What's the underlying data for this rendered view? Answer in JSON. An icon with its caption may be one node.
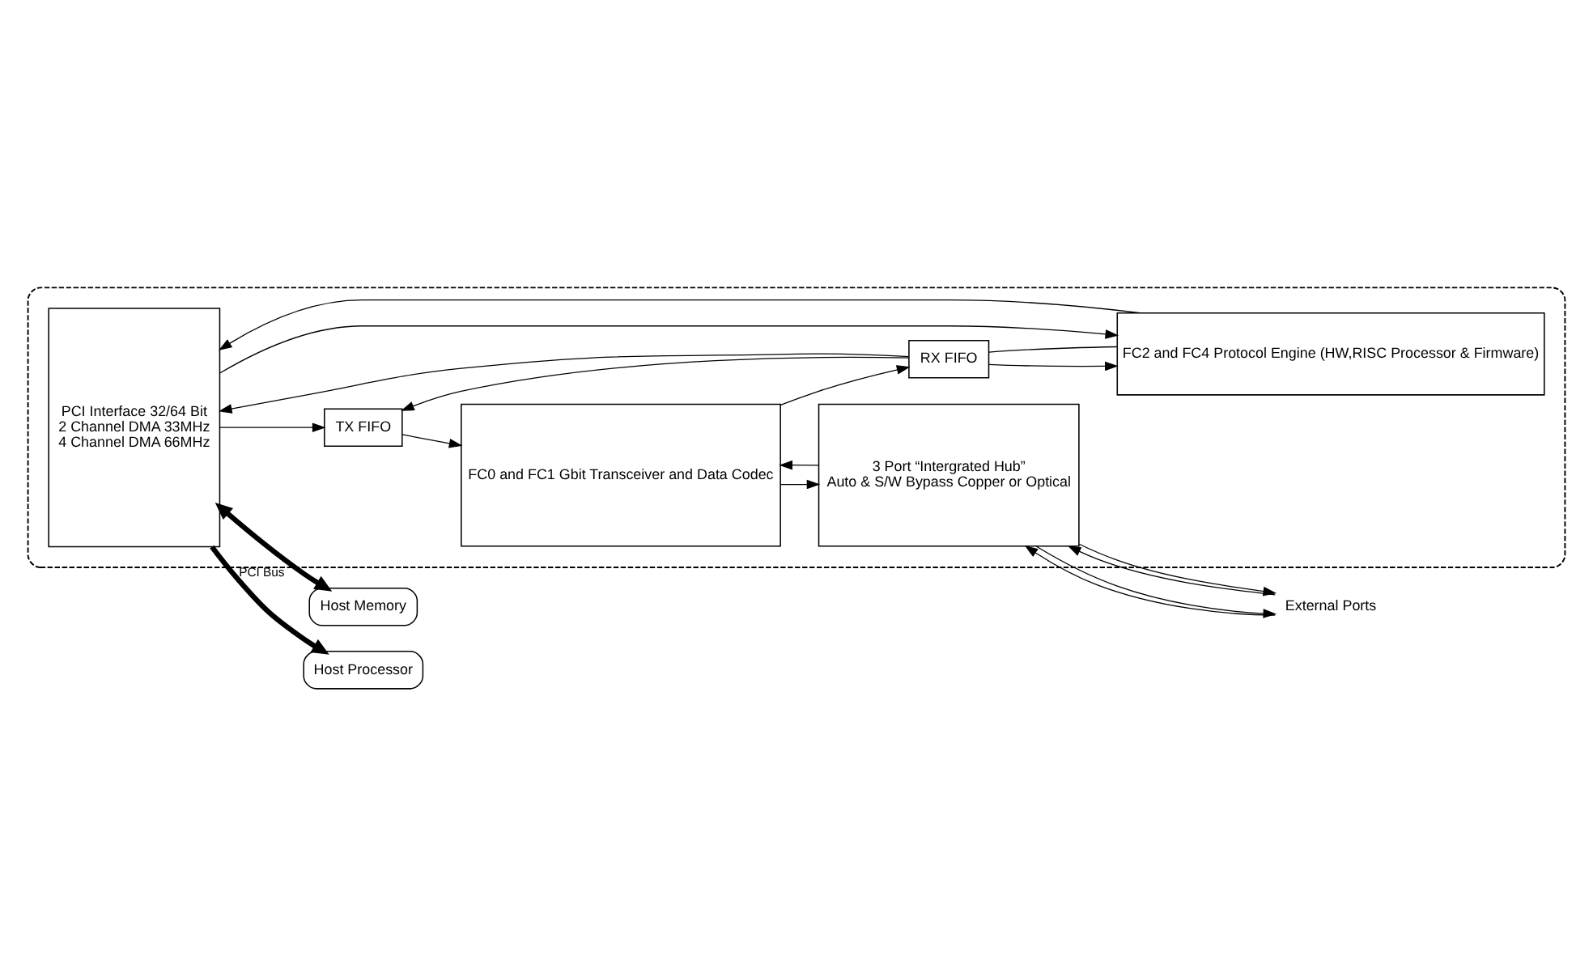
{
  "diagram": {
    "nodes": [
      {
        "text": [],
        "shape": "box"
      },
      {
        "text": [
          "PCI Interface 32/64 Bit",
          "2 Channel DMA 33MHz",
          "4 Channel DMA 66MHz"
        ],
        "in": 0
      },
      {
        "text": [
          "TX FIFO"
        ],
        "in": 0
      },
      {
        "text": [
          "FC0 and FC1 Gbit Transceiver and Data Codec"
        ],
        "in": 0
      },
      {
        "text": [
          "3 Port “Intergrated Hub”",
          "Auto & S/W Bypass Copper or Optical"
        ],
        "in": 0
      },
      {
        "text": [
          "RX FIFO"
        ],
        "in": 0
      },
      {
        "text": [
          "FC2 and FC4 Protocol Engine (HW,RISC Processor & Firmware)"
        ],
        "in": 0
      },
      {
        "text": [
          "External Ports"
        ]
      },
      {
        "text": [
          "Host Memory"
        ]
      },
      {
        "text": [
          "Host Processor"
        ]
      }
    ],
    "edges": [
      {
        "from": 1,
        "to": 2,
        "arrow": "to"
      },
      {
        "from": 2,
        "to": 3,
        "arrow": "to"
      },
      {
        "from": 5,
        "to": 2,
        "arrow": "to"
      },
      {
        "from": 3,
        "to": 5,
        "arrow": "to"
      },
      {
        "from": 5,
        "to": 1,
        "arrow": "to"
      },
      {
        "from": 3,
        "to": 4,
        "arrow": "to"
      },
      {
        "from": 4,
        "to": 3,
        "arrow": "to"
      },
      {
        "from": 5,
        "to": 6,
        "arrow": "to"
      },
      {
        "from": 6,
        "to": 5,
        "arrow": "none"
      },
      {
        "from": 1,
        "to": 6,
        "arrow": "to"
      },
      {
        "from": 6,
        "to": 1,
        "arrow": "to"
      },
      {
        "from": 4,
        "to": 7,
        "arrow": "to"
      },
      {
        "from": 7,
        "to": 4,
        "arrow": "to"
      },
      {
        "from": 4,
        "to": 7,
        "arrow": "to"
      },
      {
        "from": 7,
        "to": 4,
        "arrow": "to"
      },
      {
        "from": 1,
        "to": 8,
        "arrow": "both",
        "style": "thick"
      },
      {
        "from": 1,
        "to": 9,
        "arrow": "to",
        "style": "thick",
        "label": "PCI Bus"
      }
    ]
  }
}
